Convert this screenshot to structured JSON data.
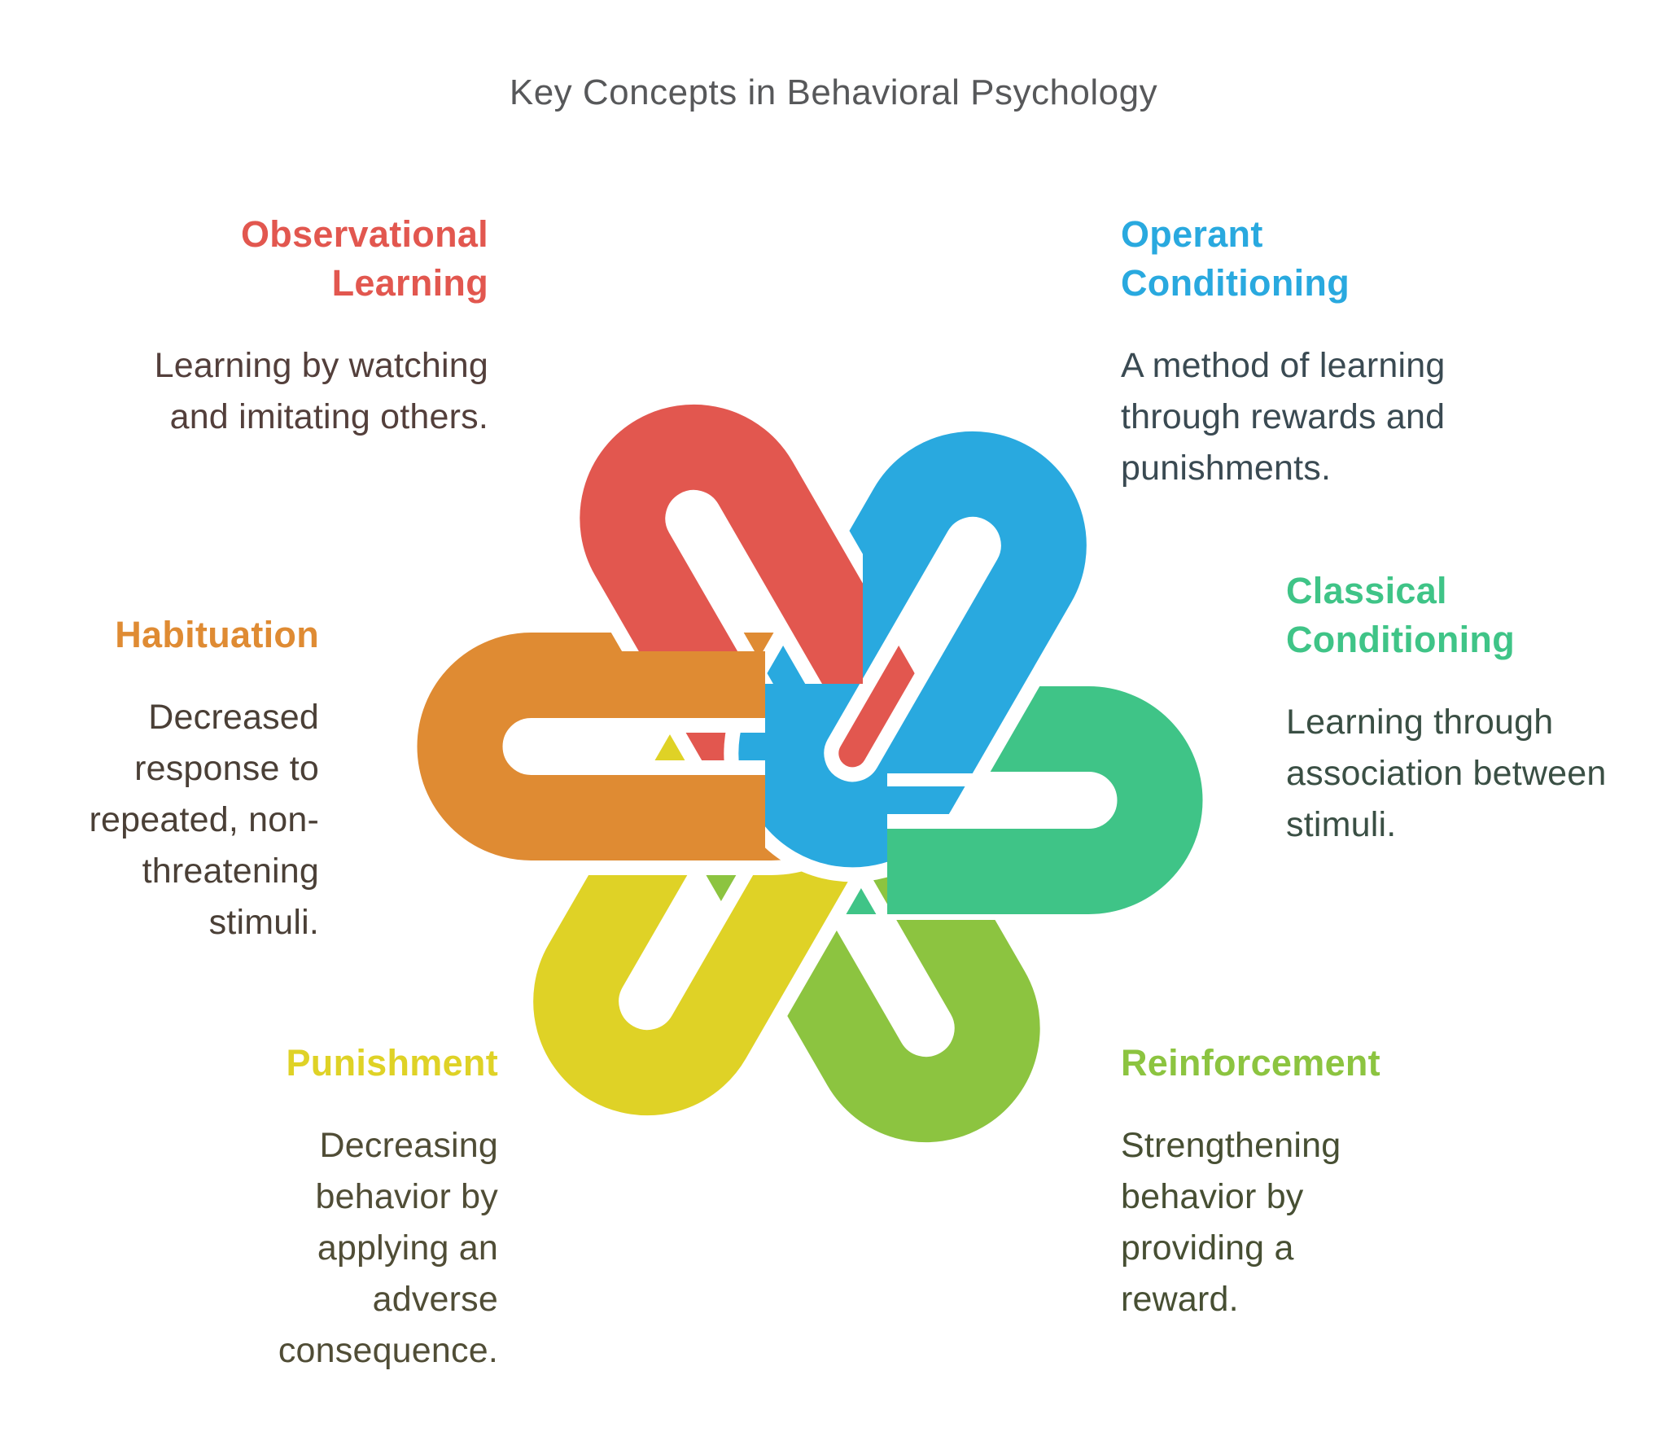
{
  "title": {
    "text": "Key Concepts in Behavioral Psychology",
    "color": "#57585A"
  },
  "concepts": [
    {
      "id": "observational-learning",
      "heading": "Observational Learning",
      "description": "Learning by watching and imitating others.",
      "color": "#E2574F",
      "text_color": "#533F3B",
      "align": "right"
    },
    {
      "id": "operant-conditioning",
      "heading": "Operant Conditioning",
      "description": "A method of learning through rewards and punishments.",
      "color": "#29A9DF",
      "text_color": "#3A4A52",
      "align": "left"
    },
    {
      "id": "classical-conditioning",
      "heading": "Classical Conditioning",
      "description": "Learning through association between stimuli.",
      "color": "#3FC487",
      "text_color": "#3A4F44",
      "align": "left"
    },
    {
      "id": "reinforcement",
      "heading": "Reinforcement",
      "description": "Strengthening behavior by providing a reward.",
      "color": "#8CC440",
      "text_color": "#474F33",
      "align": "left"
    },
    {
      "id": "punishment",
      "heading": "Punishment",
      "description": "Decreasing behavior by applying an adverse consequence.",
      "color": "#DFD226",
      "text_color": "#504D36",
      "align": "right"
    },
    {
      "id": "habituation",
      "heading": "Habituation",
      "description": "Decreased response to repeated, non-threatening stimuli.",
      "color": "#DF8B33",
      "text_color": "#4A3F36",
      "align": "right"
    }
  ],
  "knot": {
    "outline": "#FFFFFF",
    "colors": {
      "red": "#E2574F",
      "blue": "#29A9DF",
      "green": "#3FC487",
      "lightgreen": "#8CC440",
      "yellow": "#DFD226",
      "orange": "#DF8B33"
    }
  }
}
